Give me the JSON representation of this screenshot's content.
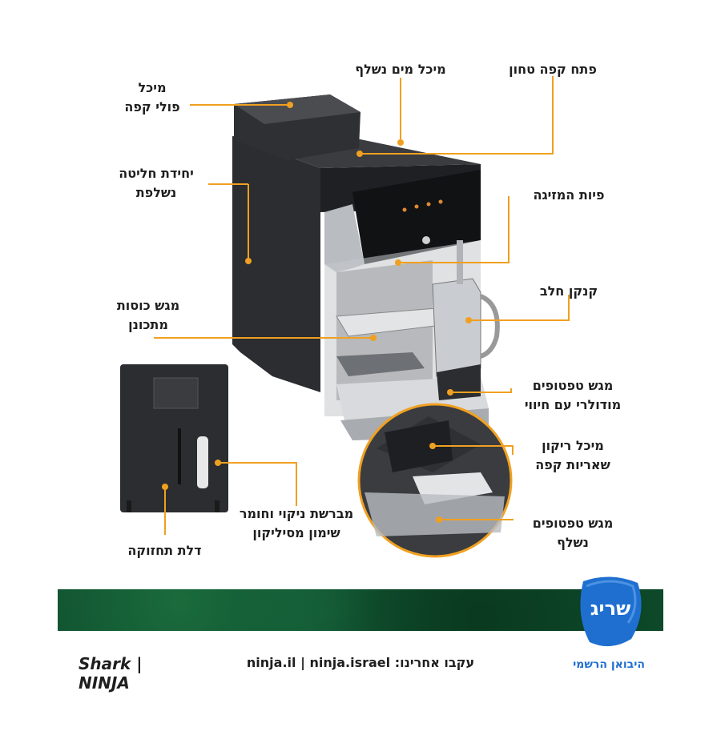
{
  "labels": {
    "bean_hopper": [
      "מיכל",
      "פולי קפה"
    ],
    "water_tank": [
      "מיכל מים נשלף"
    ],
    "ground_coffee": [
      "פתח קפה טחון"
    ],
    "brew_unit": [
      "יחידת חליטה",
      "נשלפת"
    ],
    "spouts": [
      "פיות המזיגה"
    ],
    "milk_jug": [
      "קנקן חלב"
    ],
    "cup_tray": [
      "מגש כוסות",
      "מתכונן"
    ],
    "drip_tray_modular": [
      "מגש טפטופים",
      "מודולרי עם חיווי"
    ],
    "grounds_container": [
      "מיכל ריקון",
      "שאריות קפה"
    ],
    "drip_tray_removable": [
      "מגש טפטופים",
      "נשלף"
    ],
    "cleaning_brush": [
      "מברשת ניקוי וחומר",
      "שימון מסיליקון"
    ],
    "maintenance_door": [
      "דלת תחזוקה"
    ]
  },
  "footer": {
    "brand_logo": "Shark | NINJA",
    "follow": "עקבו אחרינו: ninja.il | ninja.israel",
    "importer_logo": "שריג",
    "importer_caption": "היבואן הרשמי"
  },
  "colors": {
    "callout": "#f0a020",
    "banner": "#0d4a2a",
    "importer_blue": "#1f6fd0"
  }
}
